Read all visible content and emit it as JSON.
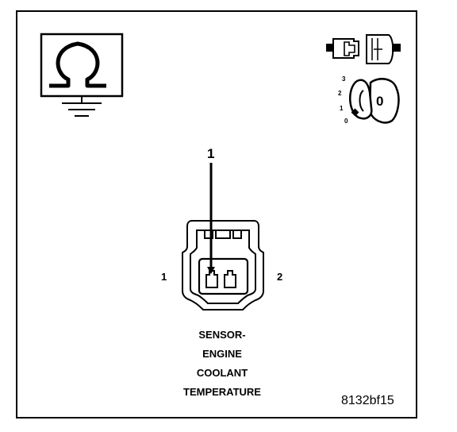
{
  "diagram": {
    "callout_number": "1",
    "pin_labels": [
      "1",
      "2"
    ],
    "key_positions": [
      "3",
      "2",
      "1",
      "0"
    ],
    "key_symbol": "0",
    "caption_lines": [
      "SENSOR-",
      "ENGINE",
      "COOLANT",
      "TEMPERATURE"
    ],
    "figure_id": "8132bf15"
  },
  "icons": {
    "ohmmeter": "ohm-ground-icon",
    "connector": "disconnected-connector-icon",
    "ignition": "ignition-key-icon"
  }
}
